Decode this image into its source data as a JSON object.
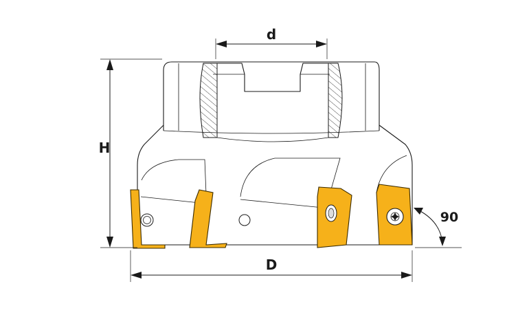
{
  "diagram": {
    "labels": {
      "bore_diameter": "d",
      "height": "H",
      "cutter_diameter": "D",
      "entering_angle": "90"
    },
    "colors": {
      "insert": "#f6b11a",
      "insert_edge": "#3a2a00",
      "body_fill": "#ffffff",
      "hatch": "#333333",
      "line": "#1a1a1a"
    }
  }
}
